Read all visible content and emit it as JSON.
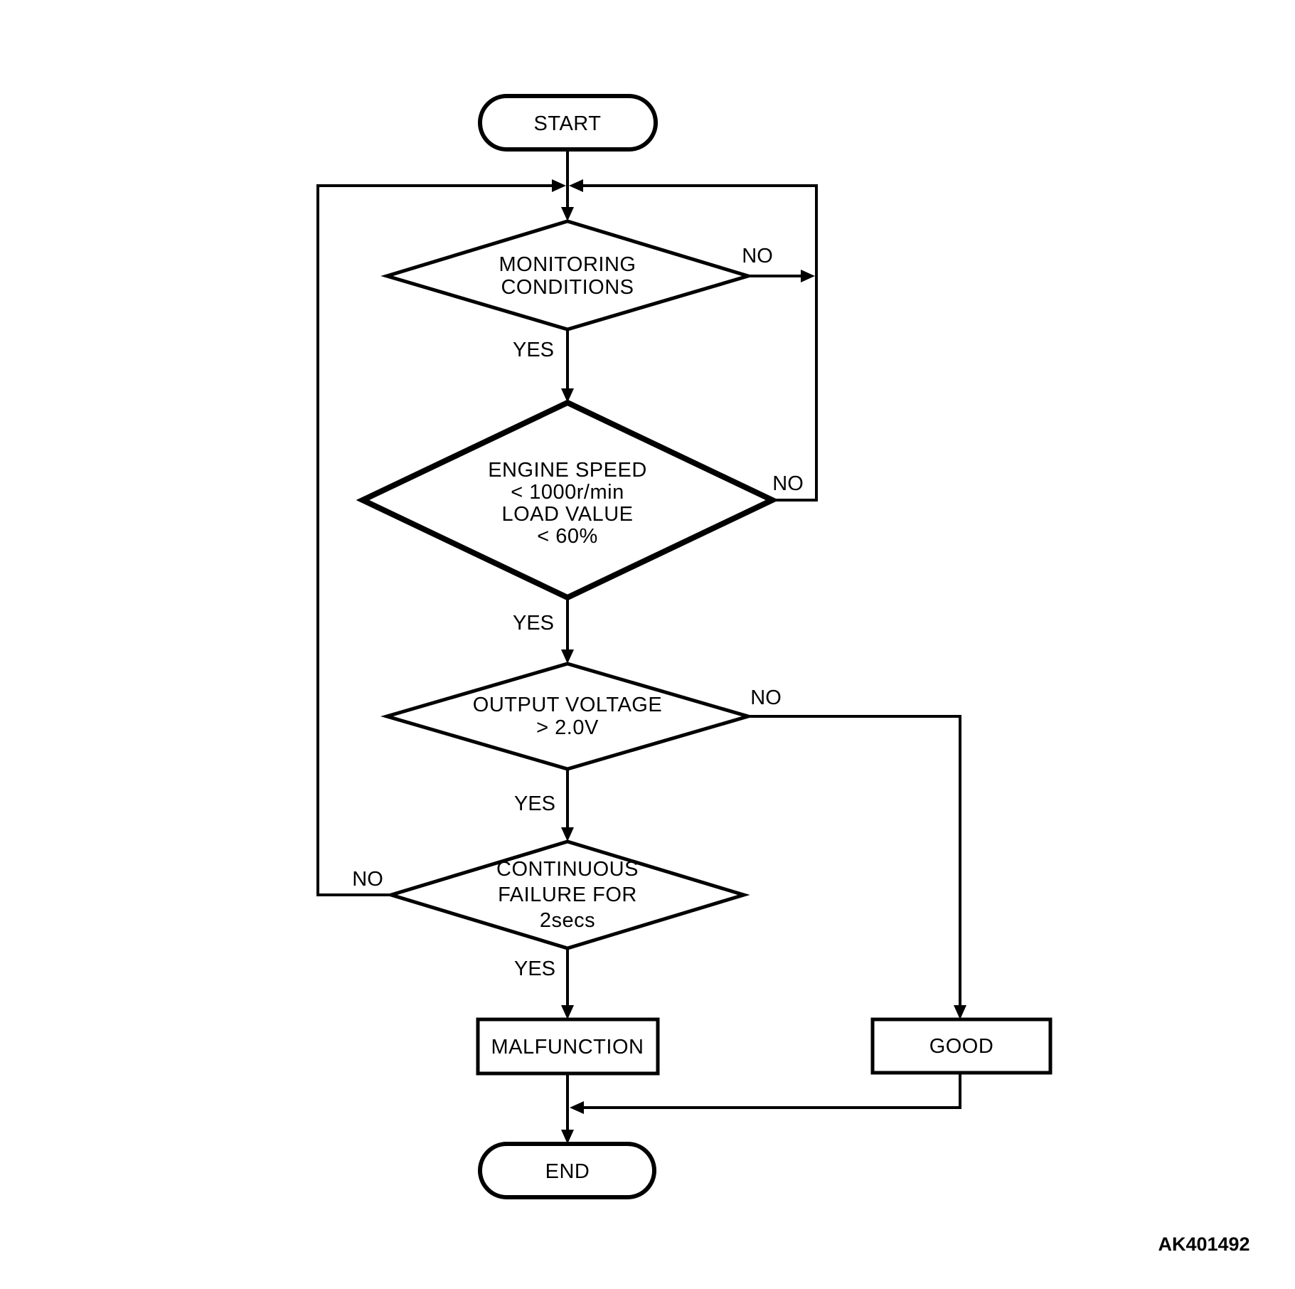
{
  "diagram": {
    "figure_id": "AK401492",
    "background_color": "#ffffff",
    "line_color": "#000000",
    "labels": {
      "yes": "YES",
      "no": "NO"
    },
    "nodes": {
      "start": {
        "type": "terminator",
        "label": "START"
      },
      "monitoring": {
        "type": "decision",
        "lines": [
          "MONITORING",
          "CONDITIONS"
        ]
      },
      "engine_speed": {
        "type": "decision-bold",
        "lines": [
          "ENGINE SPEED",
          "< 1000r/min",
          "LOAD VALUE",
          "< 60%"
        ]
      },
      "output_voltage": {
        "type": "decision",
        "lines": [
          "OUTPUT VOLTAGE",
          "> 2.0V"
        ]
      },
      "continuous_failure": {
        "type": "decision",
        "lines": [
          "CONTINUOUS",
          "FAILURE FOR",
          "2secs"
        ]
      },
      "malfunction": {
        "type": "process",
        "label": "MALFUNCTION"
      },
      "good": {
        "type": "process",
        "label": "GOOD"
      },
      "end": {
        "type": "terminator",
        "label": "END"
      }
    },
    "edges": [
      {
        "from": "start",
        "to": "monitoring",
        "label": ""
      },
      {
        "from": "monitoring",
        "to": "engine_speed",
        "label": "YES"
      },
      {
        "from": "monitoring",
        "to": "loop_restart",
        "label": "NO"
      },
      {
        "from": "engine_speed",
        "to": "output_voltage",
        "label": "YES"
      },
      {
        "from": "engine_speed",
        "to": "loop_restart",
        "label": "NO"
      },
      {
        "from": "output_voltage",
        "to": "continuous_failure",
        "label": "YES"
      },
      {
        "from": "output_voltage",
        "to": "good",
        "label": "NO"
      },
      {
        "from": "continuous_failure",
        "to": "malfunction",
        "label": "YES"
      },
      {
        "from": "continuous_failure",
        "to": "loop_restart",
        "label": "NO"
      },
      {
        "from": "malfunction",
        "to": "end",
        "label": ""
      },
      {
        "from": "good",
        "to": "end",
        "label": ""
      }
    ]
  }
}
